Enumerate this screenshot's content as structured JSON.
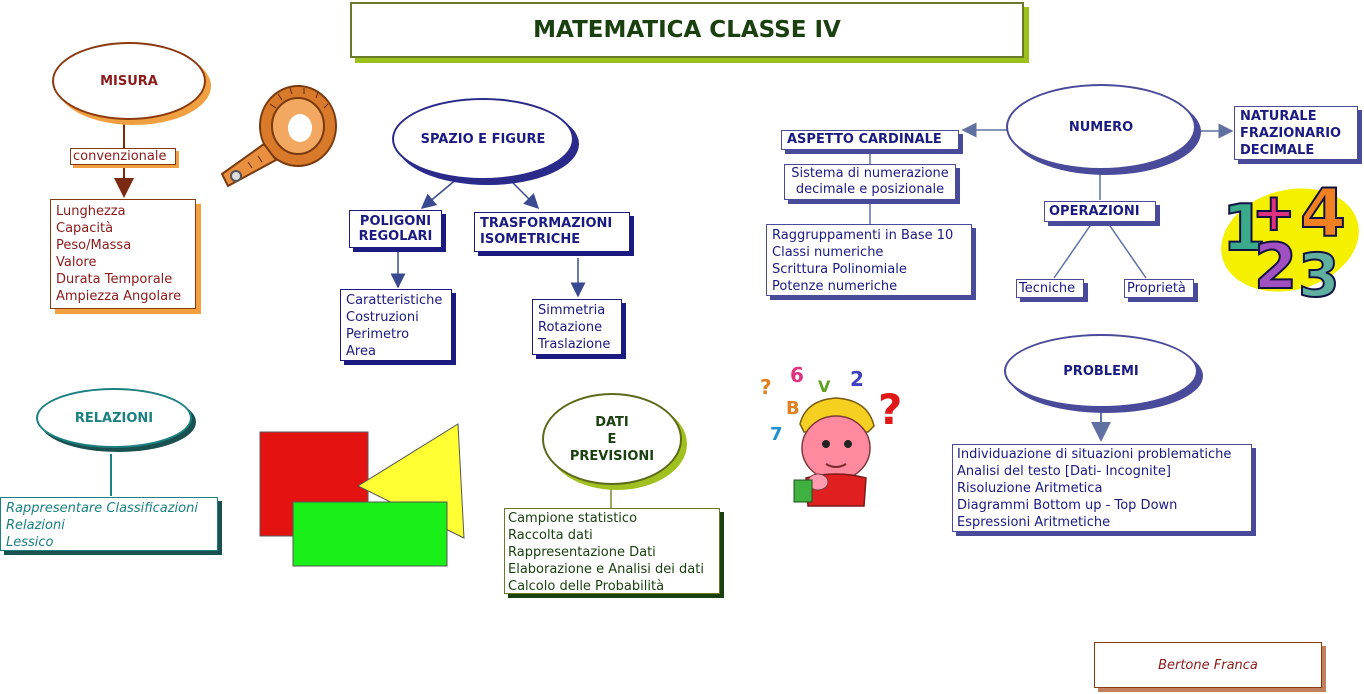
{
  "title": "MATEMATICA CLASSE IV",
  "misura": {
    "label": "MISURA",
    "sub": "convenzionale",
    "items": [
      "Lunghezza",
      "Capacità",
      "Peso/Massa",
      "Valore",
      "Durata Temporale",
      "Ampiezza Angolare"
    ]
  },
  "spazio": {
    "label": "SPAZIO E FIGURE",
    "poligoni": {
      "line1": "POLIGONI",
      "line2": "REGOLARI"
    },
    "trasformazioni": {
      "line1": "TRASFORMAZIONI",
      "line2": "ISOMETRICHE"
    },
    "poligoni_items": [
      "Caratteristiche",
      "Costruzioni",
      "Perimetro",
      "Area"
    ],
    "trasf_items": [
      "Simmetria",
      "Rotazione",
      "Traslazione"
    ]
  },
  "relazioni": {
    "label": "RELAZIONI",
    "items": [
      "Rappresentare Classificazioni",
      "Relazioni",
      "Lessico"
    ]
  },
  "dati": {
    "line1": "DATI",
    "line2": "E",
    "line3": "PREVISIONI",
    "items": [
      "Campione statistico",
      "Raccolta dati",
      "Rappresentazione Dati",
      "Elaborazione e Analisi dei dati",
      "Calcolo delle Probabilità"
    ]
  },
  "numero": {
    "label": "NUMERO",
    "cardinale": "ASPETTO CARDINALE",
    "sistema": {
      "line1": "Sistema di numerazione",
      "line2": "decimale e posizionale"
    },
    "raggruppamenti": [
      "Raggruppamenti in Base 10",
      "Classi numeriche",
      "Scrittura Polinomiale",
      "Potenze numeriche"
    ],
    "tipi": [
      "NATURALE",
      "FRAZIONARIO",
      "DECIMALE"
    ],
    "operazioni": "OPERAZIONI",
    "tecniche": "Tecniche",
    "proprieta": "Proprietà"
  },
  "problemi": {
    "label": "PROBLEMI",
    "items": [
      "Individuazione di situazioni problematiche",
      "Analisi del testo [Dati- Incognite]",
      "Risoluzione Aritmetica",
      "Diagrammi Bottom up - Top Down",
      "Espressioni Aritmetiche"
    ]
  },
  "author": "Bertone Franca",
  "colors": {
    "misura": "#8b1a1a",
    "misura_shadow": "#f0a040",
    "spazio": "#1a1a80",
    "relazioni": "#1a8080",
    "dati": "#1a4010",
    "dati_shadow": "#a0c020",
    "numero": "#1a1a80",
    "title_text": "#1a4010"
  }
}
